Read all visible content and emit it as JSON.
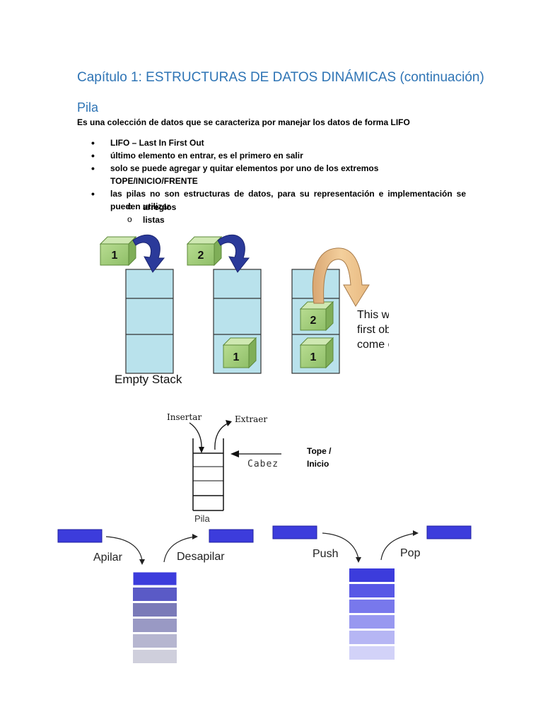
{
  "header": {
    "title": "Capítulo 1: ESTRUCTURAS DE DATOS DINÁMICAS (continuación)",
    "section": "Pila",
    "intro": "Es una colección de datos que se caracteriza por manejar los datos de forma LIFO"
  },
  "bullets": [
    "LIFO – Last In First Out",
    "último elemento en entrar, es el primero en salir",
    "solo se puede agregar y quitar elementos por uno de los extremos TOPE/INICIO/FRENTE",
    "las pilas no son estructuras de datos, para su representación e implementación se pueden utilizar"
  ],
  "sub_bullets": [
    "arreglos",
    "listas"
  ],
  "figure1": {
    "box1": "1",
    "box2": "2",
    "empty_stack_label": "Empty Stack",
    "note_line1": "This will be the",
    "note_line2": "first object to",
    "note_line3": "come out."
  },
  "figure2": {
    "insertar": "Insertar",
    "extraer": "Extraer",
    "cabeza": "Cabez",
    "pila": "Pila",
    "tope_line1": "Tope /",
    "tope_line2": "Inicio"
  },
  "figure3": {
    "apilar": "Apilar",
    "desapilar": "Desapilar",
    "push": "Push",
    "pop": "Pop"
  },
  "colors": {
    "heading": "#2e74b5",
    "cell_fill": "#b9e2ec",
    "cube_green": "#a5cf7e",
    "arrow_blue": "#2b3a9a",
    "arrow_orange": "#efc58f",
    "block_blue": "#3c3cdc"
  }
}
